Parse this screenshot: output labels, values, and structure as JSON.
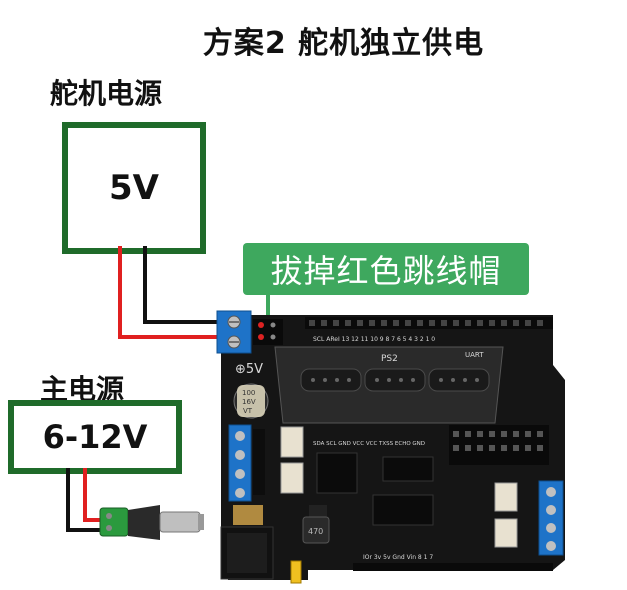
{
  "title": "方案2  舵机独立供电",
  "servo_power": {
    "label": "舵机电源",
    "voltage": "5V"
  },
  "main_power": {
    "label": "主电源",
    "voltage": "6-12V"
  },
  "callout": {
    "text": "拔掉红色跳线帽"
  },
  "board": {
    "plus5v": "⊕5V",
    "ps2": "PS2",
    "cap": [
      "100",
      "16V",
      "VT"
    ],
    "inductor": "470",
    "pin_labels_top": "SCL  AReI  13 12 11 10  9  8    7  6  5  4  3  2  1  0",
    "pin_labels_mid": "SDA SCL GND VCC   VCC TXSS ECHO GND",
    "pin_labels_bot": "IOr  3v  5v  Gnd  Vin    8   1   7",
    "uart": "UART",
    "colors": {
      "board": "#151515",
      "terminal": "#1e73c8",
      "green_box": "#1f6b2a",
      "callout": "#3ea85e",
      "wire_red": "#e02020",
      "wire_black": "#111111",
      "jumper": "#f0c020"
    }
  }
}
